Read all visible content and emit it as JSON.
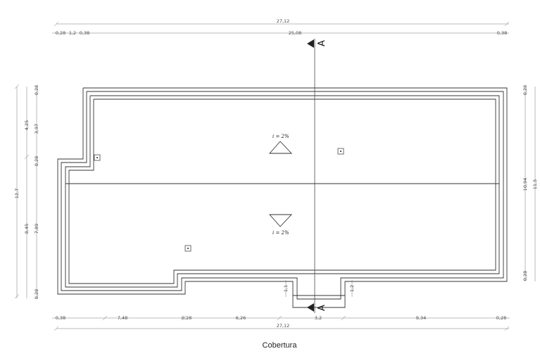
{
  "caption": "Cobertura",
  "section_label": "A",
  "slope_label": "i = 2%",
  "dims": {
    "top_total": "27,12",
    "top_left_a": "0,28",
    "top_left_b": "1,2",
    "top_left_c": "0,38",
    "top_mid": "25,08",
    "top_right": "0,38",
    "bottom_left": "0,38",
    "bottom_a": "7,48",
    "bottom_b": "0,28",
    "bottom_c": "6,26",
    "bottom_d": "3,2",
    "bottom_e": "9,34",
    "bottom_right": "0,28",
    "bottom_total": "27,12",
    "left_total": "12,7",
    "left_upper": "4,25",
    "left_upper_inner": "3,97",
    "left_lower": "8,45",
    "left_lower_inner": "7,89",
    "left_t1": "0,28",
    "left_t2": "0,28",
    "left_t3": "0,28",
    "right_t1": "0,28",
    "right_t2": "0,28",
    "right_a": "10,94",
    "right_b": "11,5",
    "notch_left": "1,1",
    "notch_right": "1,2"
  },
  "icons": [
    "section-marker-icon",
    "slope-up-arrow-icon",
    "slope-down-arrow-icon",
    "roof-drain-icon"
  ]
}
